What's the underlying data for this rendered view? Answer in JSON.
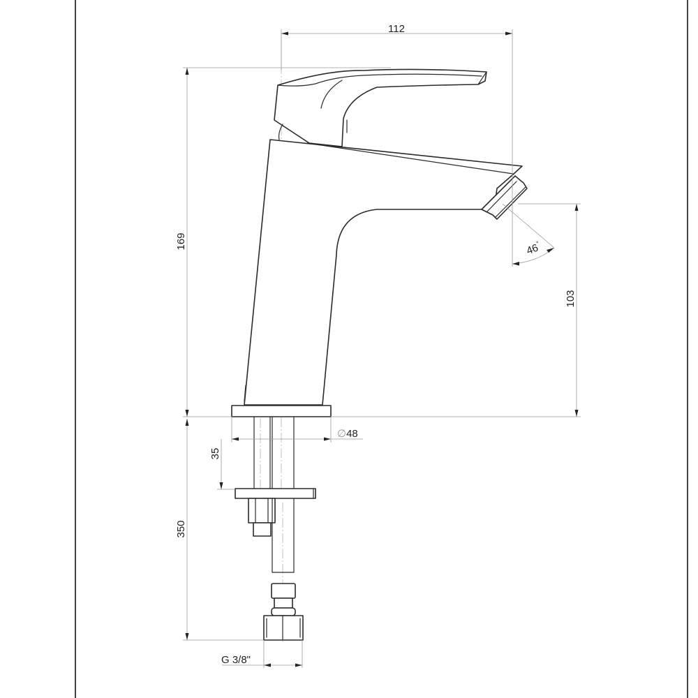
{
  "drawing": {
    "subject": "Single-lever basin faucet technical drawing",
    "line_color": "#2a2a2a",
    "dimension_color": "#9a9a9a",
    "background": "#ffffff"
  },
  "dimensions": {
    "overall_reach": "112",
    "overall_height": "169",
    "spout_height": "103",
    "aerator_angle": "46",
    "aerator_angle_unit": "°",
    "base_diameter_symbol": "∅",
    "base_diameter": "48",
    "shank_to_nut": "35",
    "hose_length": "350",
    "connection_thread": "G 3/8\""
  }
}
